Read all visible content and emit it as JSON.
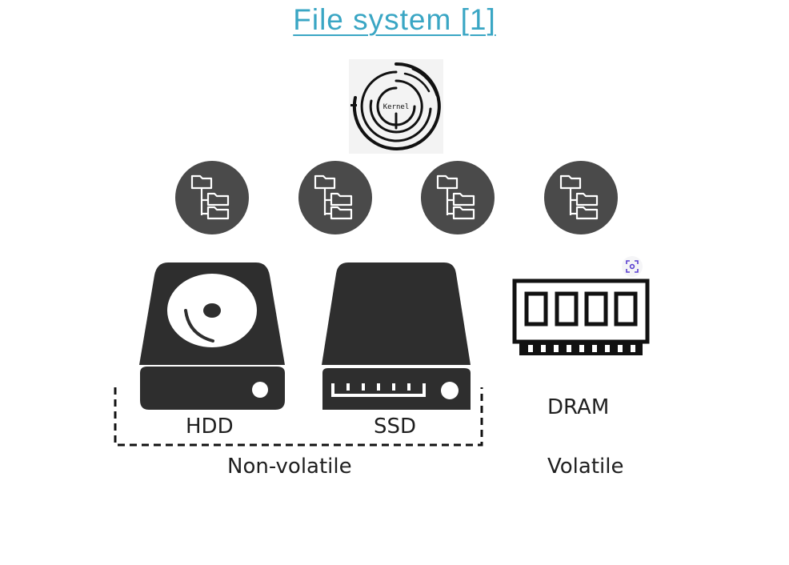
{
  "title": "File system [1]",
  "kernel": {
    "label": "Kernel",
    "icon": "kernel-icon"
  },
  "filesystems": [
    {
      "icon": "folder-tree-icon"
    },
    {
      "icon": "folder-tree-icon"
    },
    {
      "icon": "folder-tree-icon"
    },
    {
      "icon": "folder-tree-icon"
    }
  ],
  "devices": {
    "hdd": {
      "label": "HDD",
      "icon": "hdd-icon"
    },
    "ssd": {
      "label": "SSD",
      "icon": "ssd-icon"
    },
    "dram": {
      "label": "DRAM",
      "icon": "ram-icon"
    }
  },
  "groups": {
    "non_volatile": "Non-volatile",
    "volatile": "Volatile"
  },
  "colors": {
    "title": "#3aa6c4",
    "icon_dark": "#2e2e2e",
    "circle": "#4a4a4a"
  }
}
